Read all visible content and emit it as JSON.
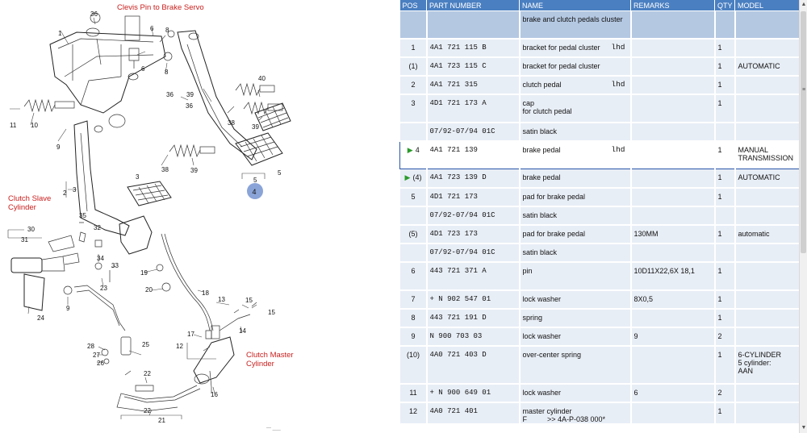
{
  "diagram": {
    "callouts": {
      "clevis": "Clevis Pin to Brake Servo",
      "slave": "Clutch Slave\nCylinder",
      "master": "Clutch Master\nCylinder"
    },
    "selected_marker": "4",
    "footer_mark": "— ___",
    "colors": {
      "callout": "#c8201e",
      "marker": "#8aa4d8"
    }
  },
  "table": {
    "columns": [
      "POS",
      "PART NUMBER",
      "NAME",
      "REMARKS",
      "QTY",
      "MODEL"
    ],
    "rows": [
      {
        "type": "group",
        "pos": "",
        "part_number": "",
        "name": "brake and clutch pedals cluster",
        "flag": "",
        "remarks": "",
        "qty": "",
        "model": ""
      },
      {
        "pos": "1",
        "part_number": "4A1  721  115  B",
        "name": "bracket for pedal cluster",
        "flag": "lhd",
        "remarks": "",
        "qty": "1",
        "model": ""
      },
      {
        "pos": "(1)",
        "part_number": "4A1  723  115  C",
        "name": "bracket for pedal cluster",
        "flag": "",
        "remarks": "",
        "qty": "1",
        "model": "AUTOMATIC"
      },
      {
        "pos": "2",
        "part_number": "4A1  721  315",
        "name": "clutch pedal",
        "flag": "lhd",
        "remarks": "",
        "qty": "1",
        "model": ""
      },
      {
        "pos": "3",
        "part_number": "4D1  721  173  A",
        "name": "cap\nfor clutch pedal",
        "flag": "",
        "remarks": "",
        "qty": "1",
        "model": ""
      },
      {
        "pos": "",
        "part_number": "07/92-07/94  01C",
        "name": "satin black",
        "flag": "",
        "remarks": "",
        "qty": "",
        "model": ""
      },
      {
        "type": "highlight",
        "arrow": true,
        "pos": "4",
        "part_number": "4A1  721  139",
        "name": "brake pedal",
        "flag": "lhd",
        "remarks": "",
        "qty": "1",
        "model": "MANUAL TRANSMISSION"
      },
      {
        "arrow": true,
        "pos": "(4)",
        "part_number": "4A1  723  139  D",
        "name": "brake pedal",
        "flag": "",
        "remarks": "",
        "qty": "1",
        "model": "AUTOMATIC"
      },
      {
        "pos": "5",
        "part_number": "4D1  721  173",
        "name": "pad for brake pedal",
        "flag": "",
        "remarks": "",
        "qty": "1",
        "model": ""
      },
      {
        "pos": "",
        "part_number": "07/92-07/94  01C",
        "name": "satin black",
        "flag": "",
        "remarks": "",
        "qty": "",
        "model": ""
      },
      {
        "pos": "(5)",
        "part_number": "4D1  723  173",
        "name": "pad for brake pedal",
        "flag": "",
        "remarks": "130MM",
        "qty": "1",
        "model": "automatic"
      },
      {
        "pos": "",
        "part_number": "07/92-07/94  01C",
        "name": "satin black",
        "flag": "",
        "remarks": "",
        "qty": "",
        "model": ""
      },
      {
        "pos": "6",
        "part_number": "443  721  371  A",
        "name": "pin",
        "flag": "",
        "remarks": "10D11X22,6X\n18,1",
        "qty": "1",
        "model": ""
      },
      {
        "pos": "7",
        "prefix": "+ N",
        "part_number": "  902  547  01",
        "name": "lock washer",
        "flag": "",
        "remarks": "8X0,5",
        "qty": "1",
        "model": ""
      },
      {
        "pos": "8",
        "part_number": "443  721  191  D",
        "name": "spring",
        "flag": "",
        "remarks": "",
        "qty": "1",
        "model": ""
      },
      {
        "pos": "9",
        "part_number": "N    900  703  03",
        "name": "lock washer",
        "flag": "",
        "remarks": "9",
        "qty": "2",
        "model": ""
      },
      {
        "pos": "(10)",
        "part_number": "4A0  721  403  D",
        "name": "over-center spring",
        "flag": "",
        "remarks": "",
        "qty": "1",
        "model": "6-CYLINDER\n5 cylinder:\nAAN"
      },
      {
        "pos": "11",
        "prefix": "+ N",
        "part_number": "  900  649  01",
        "name": "lock washer",
        "flag": "",
        "remarks": "6",
        "qty": "2",
        "model": ""
      },
      {
        "pos": "12",
        "part_number": "4A0  721  401",
        "name": "master cylinder\nF          >> 4A-P-038 000*",
        "flag": "",
        "remarks": "",
        "qty": "1",
        "model": ""
      }
    ],
    "colors": {
      "header": "#4a7fc1",
      "row": "#e8eef6",
      "group": "#b4c8e2",
      "highlight_border": "#2a55a8",
      "arrow": "#2a9a2a"
    }
  },
  "scrollbar": {
    "up_icon": "▲",
    "down_icon": "▼",
    "mark": "≡"
  }
}
